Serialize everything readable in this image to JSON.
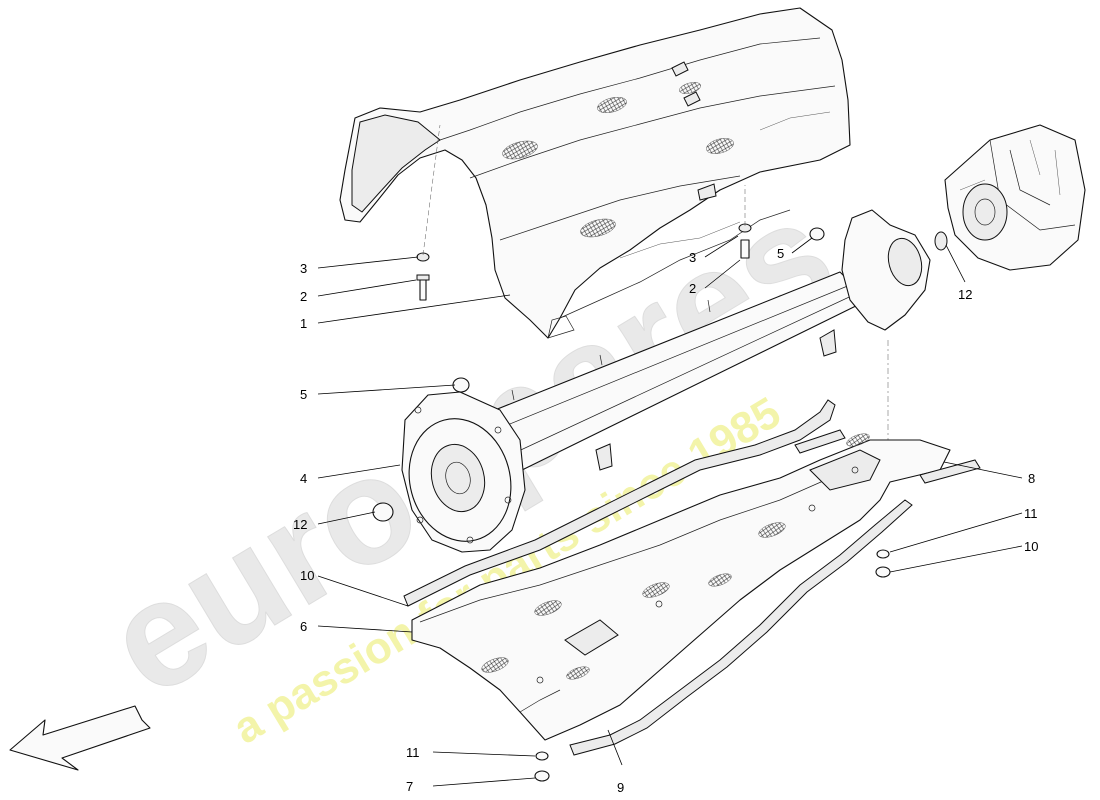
{
  "watermark": {
    "brand": "eurospares",
    "tagline": "a passion for parts since 1985",
    "brand_color": "#e6e6e6",
    "tagline_color": "#f1f2a0"
  },
  "callouts": [
    {
      "id": "c1",
      "number": "1"
    },
    {
      "id": "c2a",
      "number": "2"
    },
    {
      "id": "c2b",
      "number": "2"
    },
    {
      "id": "c3a",
      "number": "3"
    },
    {
      "id": "c3b",
      "number": "3"
    },
    {
      "id": "c4",
      "number": "4"
    },
    {
      "id": "c5a",
      "number": "5"
    },
    {
      "id": "c5b",
      "number": "5"
    },
    {
      "id": "c6",
      "number": "6"
    },
    {
      "id": "c7",
      "number": "7"
    },
    {
      "id": "c8",
      "number": "8"
    },
    {
      "id": "c9",
      "number": "9"
    },
    {
      "id": "c10a",
      "number": "10"
    },
    {
      "id": "c10b",
      "number": "10"
    },
    {
      "id": "c11a",
      "number": "11"
    },
    {
      "id": "c11b",
      "number": "11"
    },
    {
      "id": "c12a",
      "number": "12"
    },
    {
      "id": "c12b",
      "number": "12"
    }
  ],
  "icons": {
    "direction_arrow": "front-direction-arrow-icon"
  }
}
